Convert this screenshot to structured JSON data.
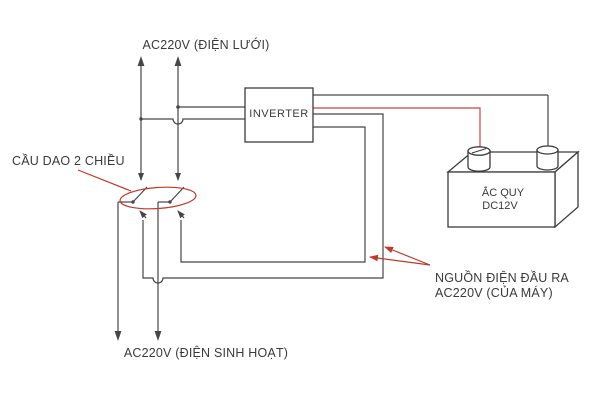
{
  "diagram": {
    "type": "wiring-schematic",
    "labels": {
      "grid_input": "AC220V (ĐIỆN LƯỚI)",
      "switch_callout": "CẦU DAO 2 CHIỀU",
      "inverter": "INVERTER",
      "battery_line1": "ẮC QUY",
      "battery_line2": "DC12V",
      "output_line1": "NGUỒN ĐIỆN ĐẦU RA",
      "output_line2": "AC220V (CỦA MÁY)",
      "household_output": "AC220V (ĐIỆN SINH HOẠT)"
    },
    "components": {
      "inverter": "INVERTER box with 2 AC inputs (left) and 4 outputs (right)",
      "battery": "12V battery with two terminals",
      "switch": "two-pole double-throw knife switch circled in red"
    },
    "colors": {
      "wire": "#464646",
      "text": "#3a3a3a",
      "accent_red": "#c0392b",
      "positive_wire_red": "#cc4444",
      "background": "#ffffff"
    }
  }
}
